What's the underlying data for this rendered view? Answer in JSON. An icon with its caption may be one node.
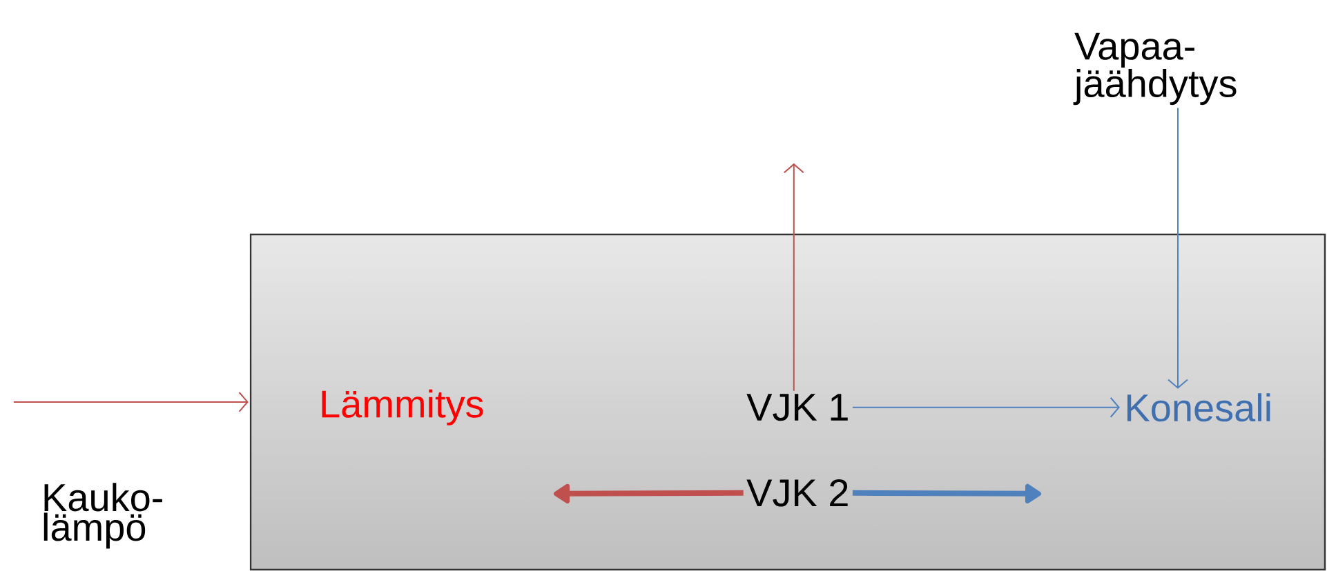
{
  "diagram": {
    "nodes": [
      {
        "text": [
          "Vapaa- jäähdytys"
        ]
      },
      {
        "text": [],
        "shape": "box"
      },
      {
        "text": [
          "Lämmitys"
        ],
        "in": 1
      },
      {
        "text": [
          "VJK 1"
        ],
        "in": 1
      },
      {
        "text": [
          "Konesali"
        ],
        "in": 1
      },
      {
        "text": [
          "VJK 2"
        ],
        "in": 1
      }
    ],
    "edges": [
      {
        "from": null,
        "to": 1,
        "arrow": "to",
        "color": "#c0504d"
      },
      {
        "from": 3,
        "to": null,
        "arrow": "to",
        "color": "#c0504d"
      },
      {
        "from": 0,
        "to": 4,
        "arrow": "to",
        "color": "#4f81bd"
      },
      {
        "from": 3,
        "to": 4,
        "arrow": "to",
        "color": "#4f81bd"
      },
      {
        "from": 5,
        "to": null,
        "arrow": "to",
        "style": "thick",
        "color": "#c0504d"
      },
      {
        "from": 5,
        "to": null,
        "arrow": "to",
        "style": "thick",
        "color": "#4f81bd"
      }
    ],
    "labels": [
      "Kauko- lämpö"
    ]
  }
}
